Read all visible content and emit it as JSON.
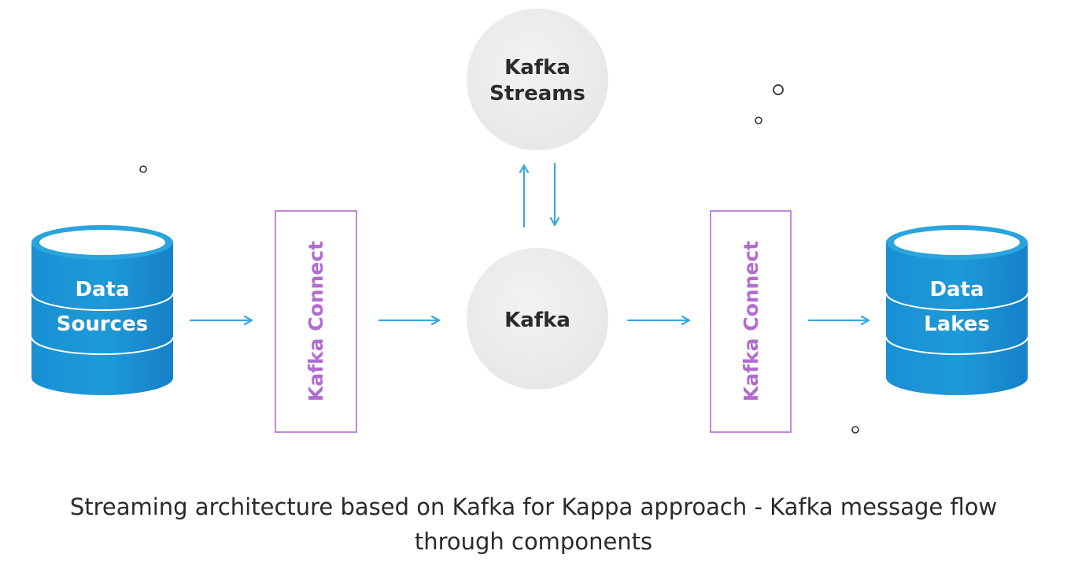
{
  "nodes": {
    "data_sources": {
      "line1": "Data",
      "line2": "Sources"
    },
    "kafka_connect_left": {
      "label": "Kafka Connect"
    },
    "kafka": {
      "label": "Kafka"
    },
    "kafka_streams": {
      "line1": "Kafka",
      "line2": "Streams"
    },
    "kafka_connect_right": {
      "label": "Kafka Connect"
    },
    "data_lakes": {
      "line1": "Data",
      "line2": "Lakes"
    }
  },
  "caption": {
    "line1": "Streaming architecture based on Kafka for Kappa approach - Kafka message flow",
    "line2": "through components"
  },
  "colors": {
    "cylinder_top": "#2aa6dc",
    "cylinder_body": "#1a8fd2",
    "cylinder_dark": "#1576c0",
    "connect_purple": "#b26cd0",
    "arrow_blue": "#3aa8e0",
    "circle_fill": "#eeeeee",
    "node_text_dark": "#2b2b2b",
    "dot_stroke": "#333333"
  }
}
